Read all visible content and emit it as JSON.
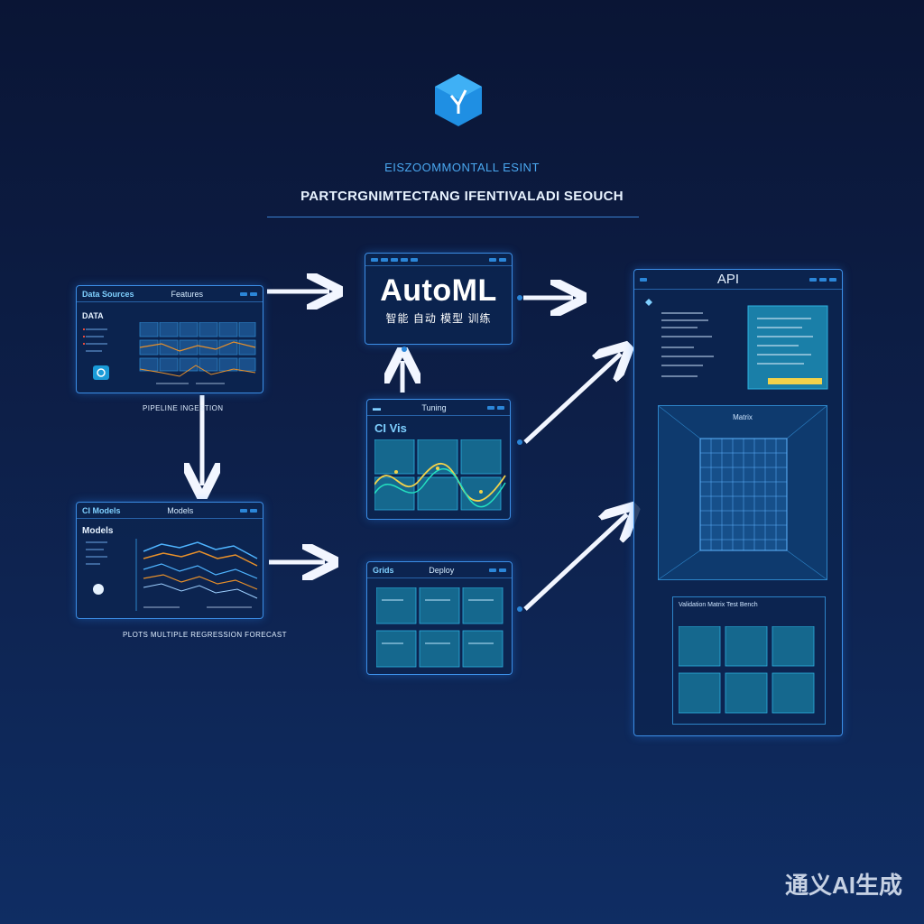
{
  "header": {
    "subtitle": "EISZOOMMONTALL ESINT",
    "title": "PARTCRGNIMTECTANG IFENTIVALADI SEOUCH"
  },
  "panels": {
    "data_panel": {
      "title": "Data Sources",
      "label_right": "Features",
      "side_label": "DATA"
    },
    "data_caption": "PIPELINE  INGESTION",
    "model_panel": {
      "title": "CI Models",
      "label_right": "Models",
      "side_label": "Models"
    },
    "model_caption": "PLOTS MULTIPLE REGRESSION FORECAST",
    "automl": {
      "title": "AutoML",
      "subtitle": "智能 自动 模型 训练"
    },
    "eval_panel": {
      "title": "CI Vis",
      "label_right": "Tuning"
    },
    "deploy_panel": {
      "title": "Grids",
      "label_right": "Deploy"
    },
    "api": {
      "title": "API",
      "grid_label": "Matrix",
      "bottom_label": "Validation Matrix Test Bench"
    }
  },
  "watermark": "通义AI生成",
  "colors": {
    "background": "#0d1f48",
    "accent": "#3c8ee6",
    "cyan": "#24c0e0",
    "line_orange": "#e8902a",
    "highlight": "#f2d24a"
  }
}
